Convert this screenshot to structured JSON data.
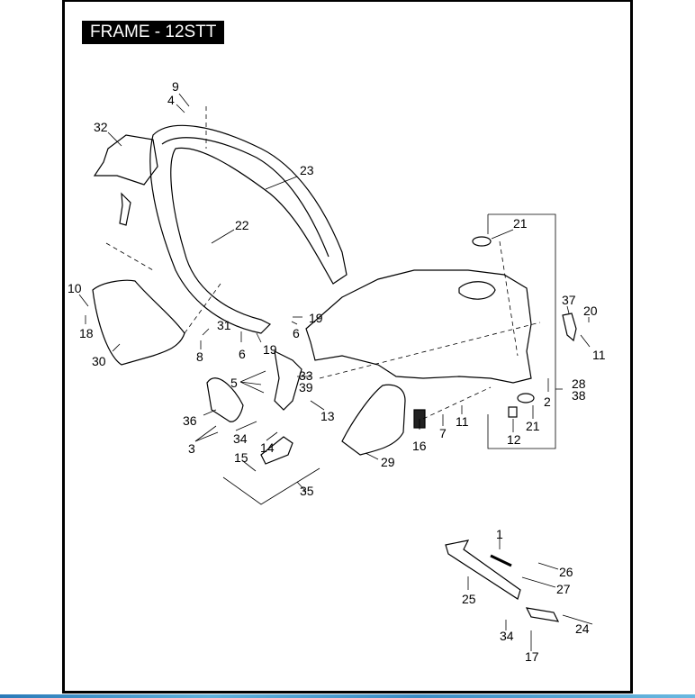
{
  "title": "FRAME - 12STT",
  "callouts": [
    {
      "id": "9",
      "label": "9"
    },
    {
      "id": "4",
      "label": "4"
    },
    {
      "id": "32",
      "label": "32"
    },
    {
      "id": "23",
      "label": "23"
    },
    {
      "id": "22",
      "label": "22"
    },
    {
      "id": "21a",
      "label": "21"
    },
    {
      "id": "10",
      "label": "10"
    },
    {
      "id": "18",
      "label": "18"
    },
    {
      "id": "30",
      "label": "30"
    },
    {
      "id": "31",
      "label": "31"
    },
    {
      "id": "8",
      "label": "8"
    },
    {
      "id": "19a",
      "label": "19"
    },
    {
      "id": "6a",
      "label": "6"
    },
    {
      "id": "6b",
      "label": "6"
    },
    {
      "id": "19b",
      "label": "19"
    },
    {
      "id": "37",
      "label": "37"
    },
    {
      "id": "20",
      "label": "20"
    },
    {
      "id": "11a",
      "label": "11"
    },
    {
      "id": "5",
      "label": "5"
    },
    {
      "id": "33",
      "label": "33"
    },
    {
      "id": "39",
      "label": "39"
    },
    {
      "id": "36",
      "label": "36"
    },
    {
      "id": "3",
      "label": "3"
    },
    {
      "id": "34a",
      "label": "34"
    },
    {
      "id": "13",
      "label": "13"
    },
    {
      "id": "14",
      "label": "14"
    },
    {
      "id": "15",
      "label": "15"
    },
    {
      "id": "35",
      "label": "35"
    },
    {
      "id": "29",
      "label": "29"
    },
    {
      "id": "16",
      "label": "16"
    },
    {
      "id": "7",
      "label": "7"
    },
    {
      "id": "11b",
      "label": "11"
    },
    {
      "id": "12",
      "label": "12"
    },
    {
      "id": "21b",
      "label": "21"
    },
    {
      "id": "2",
      "label": "2"
    },
    {
      "id": "28",
      "label": "28"
    },
    {
      "id": "38",
      "label": "38"
    },
    {
      "id": "1",
      "label": "1"
    },
    {
      "id": "26",
      "label": "26"
    },
    {
      "id": "27",
      "label": "27"
    },
    {
      "id": "25",
      "label": "25"
    },
    {
      "id": "24",
      "label": "24"
    },
    {
      "id": "34b",
      "label": "34"
    },
    {
      "id": "17",
      "label": "17"
    }
  ]
}
